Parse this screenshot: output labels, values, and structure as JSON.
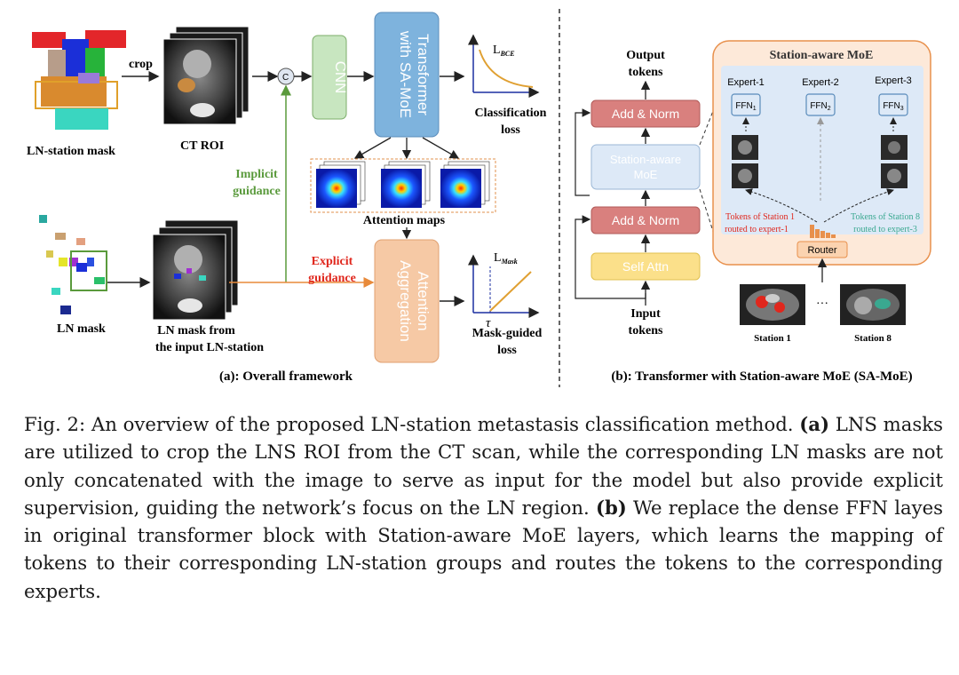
{
  "panel_a": {
    "crop_label": "crop",
    "ln_station_mask_label": "LN-station mask",
    "ct_roi_label": "CT ROI",
    "concat_symbol": "C",
    "cnn_label": "CNN",
    "transformer_line1": "Transformer",
    "transformer_line2": "with SA-MoE",
    "l_bce_main": "L",
    "l_bce_sub": "BCE",
    "classification_loss_line1": "Classification",
    "classification_loss_line2": "loss",
    "implicit_line1": "Implicit",
    "implicit_line2": "guidance",
    "attention_maps_label": "Attention maps",
    "explicit_line1": "Explicit",
    "explicit_line2": "guidance",
    "attention_agg_line1": "Attention",
    "attention_agg_line2": "Aggregation",
    "l_mask_main": "L",
    "l_mask_sub": "Mask",
    "tau_symbol": "τ",
    "mask_guided_line1": "Mask-guided",
    "mask_guided_line2": "loss",
    "ln_mask_label": "LN mask",
    "ln_mask_from_line1": "LN mask from",
    "ln_mask_from_line2": "the input LN-station",
    "title": "(a): Overall framework"
  },
  "panel_b": {
    "output_tokens_line1": "Output",
    "output_tokens_line2": "tokens",
    "add_norm_top": "Add & Norm",
    "station_moe_line1": "Station-aware",
    "station_moe_line2": "MoE",
    "add_norm_bottom": "Add & Norm",
    "self_attn": "Self Attn",
    "input_tokens_line1": "Input",
    "input_tokens_line2": "tokens",
    "moe_title": "Station-aware MoE",
    "experts": [
      {
        "label": "Expert-1",
        "ffn": "FFN",
        "sub": "1"
      },
      {
        "label": "Expert-2",
        "ffn": "FFN",
        "sub": "2"
      },
      {
        "label": "Expert-3",
        "ffn": "FFN",
        "sub": "3"
      }
    ],
    "tokens_station1_line1": "Tokens of Station 1",
    "tokens_station1_line2": "routed to expert-1",
    "tokens_station8_line1": "Tokens of Station 8",
    "tokens_station8_line2": "routed to expert-3",
    "router_label": "Router",
    "station1_label": "Station 1",
    "ellipsis": "···",
    "station8_label": "Station 8",
    "title": "(b): Transformer with Station-aware MoE (SA-MoE)"
  },
  "caption": {
    "fig_label": "Fig. 2:",
    "intro": " An overview of the proposed LN-station metastasis classification method. ",
    "part_a_label": "(a)",
    "part_a_text": " LNS masks are utilized to crop the LNS ROI from the CT scan, while the corresponding LN masks are not only concatenated with the image to serve as input for the model but also provide explicit supervision, guiding the network’s focus on the LN region. ",
    "part_b_label": "(b)",
    "part_b_text": " We replace the dense FFN layes in original transformer block with Station-aware MoE layers, which learns the mapping of tokens to their corresponding LN-station groups and routes the tokens to the corresponding experts."
  },
  "colors": {
    "cnn_fill": "#c8e6c0",
    "transformer_fill": "#7eb3dd",
    "attention_agg_fill": "#f6c9a5",
    "add_norm_fill": "#d9807e",
    "station_moe_fill": "#dde9f7",
    "self_attn_fill": "#fbe08a",
    "moe_panel_fill": "#fde9d9",
    "moe_panel_border": "#e8904c",
    "implicit_green": "#5a9a3c",
    "explicit_red": "#e0271d",
    "station1_red": "#e0271d",
    "station8_teal": "#3aa890"
  }
}
